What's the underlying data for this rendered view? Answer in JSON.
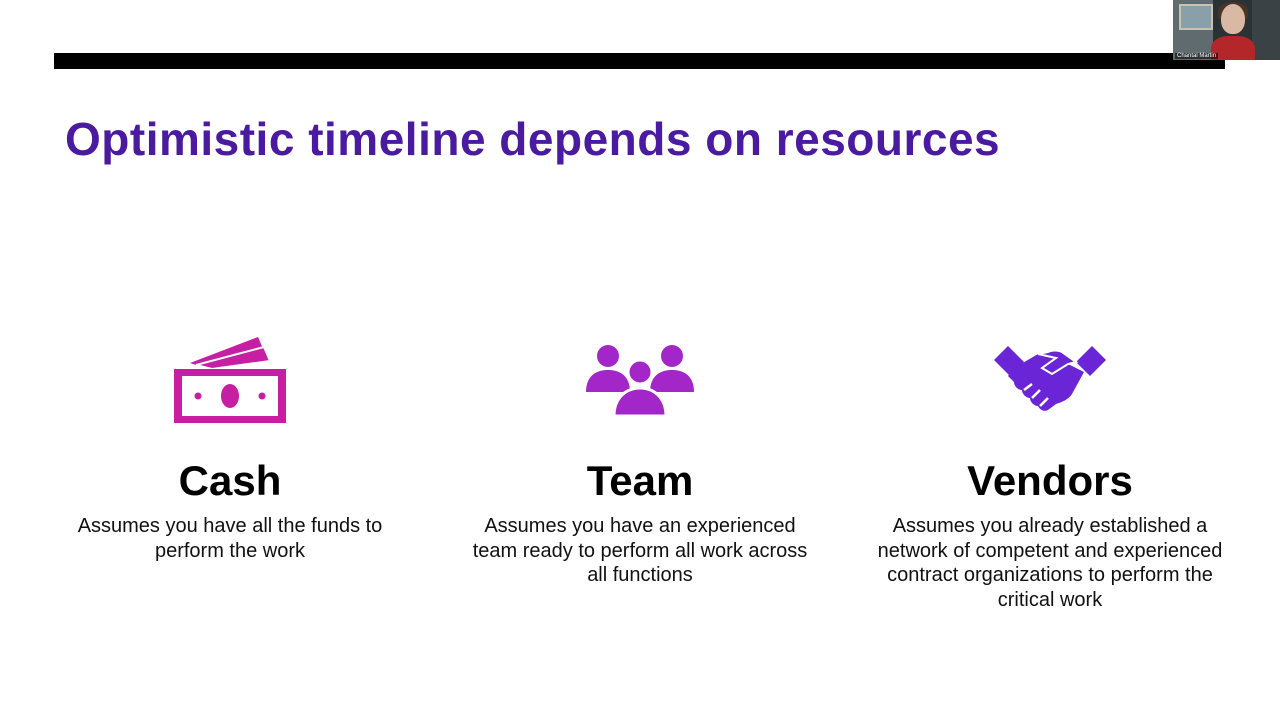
{
  "slide": {
    "title": "Optimistic timeline depends on resources",
    "columns": [
      {
        "heading": "Cash",
        "icon": "money-bills-icon",
        "description": "Assumes you have all the funds to perform the work",
        "color": "#c71fa3"
      },
      {
        "heading": "Team",
        "icon": "team-people-icon",
        "description": "Assumes you have an experienced team ready to perform all work across all functions",
        "color": "#a326c9"
      },
      {
        "heading": "Vendors",
        "icon": "handshake-icon",
        "description": "Assumes you already established a network of competent and experienced contract organizations to perform the critical work",
        "color": "#6a26d6"
      }
    ]
  },
  "video": {
    "participant_name": "Chantal Martin"
  },
  "colors": {
    "title": "#4a1aa0",
    "bar": "#000000",
    "background": "#ffffff"
  }
}
